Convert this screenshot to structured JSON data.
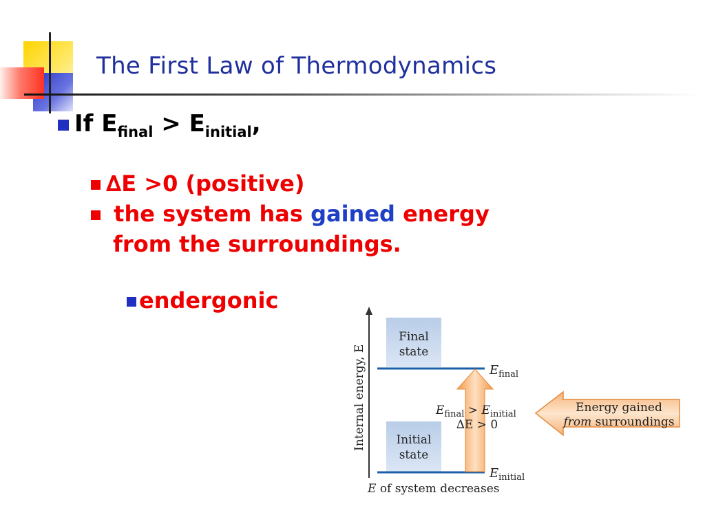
{
  "slide": {
    "title": "The First Law of Thermodynamics",
    "condition": {
      "prefix": "If E",
      "sub1": "final",
      "mid": " > E",
      "sub2": "initial",
      "suffix": ","
    },
    "bullets": {
      "delta": "∆E >0 (positive)",
      "gained_a": " the system has ",
      "gained_b": "gained",
      "gained_c": " energy",
      "gained_line2": "from the surroundings.",
      "endergonic": "endergonic"
    }
  },
  "diagram": {
    "y_axis_label": "Internal energy, E",
    "final_box": {
      "line1": "Final",
      "line2": "state"
    },
    "initial_box": {
      "line1": "Initial",
      "line2": "state"
    },
    "e_final": {
      "main": "E",
      "sub": "final"
    },
    "e_initial": {
      "main": "E",
      "sub": "initial"
    },
    "compare": {
      "main1": "E",
      "sub1": "final",
      "op": " > ",
      "main2": "E",
      "sub2": "initial"
    },
    "delta": "∆E > 0",
    "arrow_label": {
      "line1": "Energy gained",
      "line2_em": "from",
      "line2_rest": " surroundings"
    },
    "bottom_caption": {
      "em": "E",
      "rest": " of system decreases"
    }
  },
  "colors": {
    "title": "#1f2f9c",
    "red_text": "#ee0000",
    "blue_text": "#1f3fc4",
    "level_line": "#1b5fa8",
    "arrow_orange": "#f5a55c",
    "box_blue": "#c8d8ee"
  }
}
